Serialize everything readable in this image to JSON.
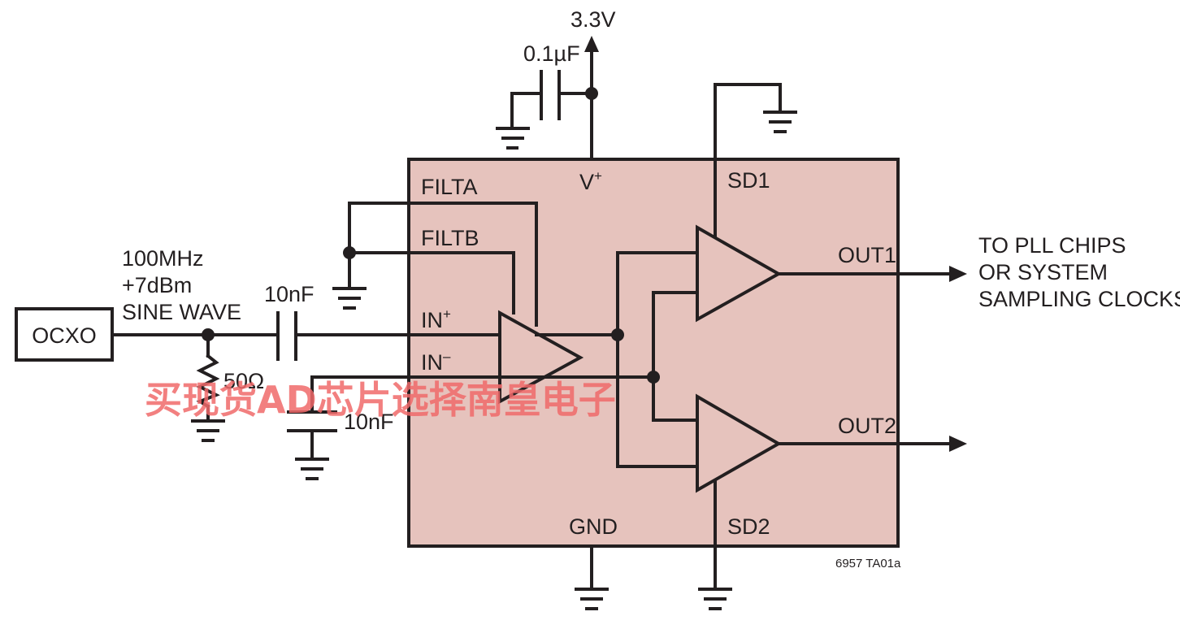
{
  "colors": {
    "wire": "#231f20",
    "chip_fill": "#e6c3bd",
    "watermark": "#f06a6a",
    "background": "#ffffff"
  },
  "supply": {
    "voltage": "3.3V",
    "bypass_cap": "0.1µF"
  },
  "source": {
    "name": "OCXO",
    "description": [
      "100MHz",
      "+7dBm",
      "SINE WAVE"
    ],
    "termination": "50Ω",
    "coupling_cap": "10nF",
    "in_minus_cap": "10nF"
  },
  "chip": {
    "pins": {
      "filta": "FILTA",
      "filtb": "FILTB",
      "in_plus_base": "IN",
      "in_plus_sup": "+",
      "in_minus_base": "IN",
      "in_minus_sup": "–",
      "vplus_base": "V",
      "vplus_sup": "+",
      "gnd": "GND",
      "sd1": "SD1",
      "sd2": "SD2",
      "out1": "OUT1",
      "out2": "OUT2"
    }
  },
  "output_note": [
    "TO PLL CHIPS",
    "OR SYSTEM",
    "SAMPLING CLOCKS"
  ],
  "figure_id": "6957 TA01a",
  "watermark": "买现货AD芯片选择南皇电子"
}
